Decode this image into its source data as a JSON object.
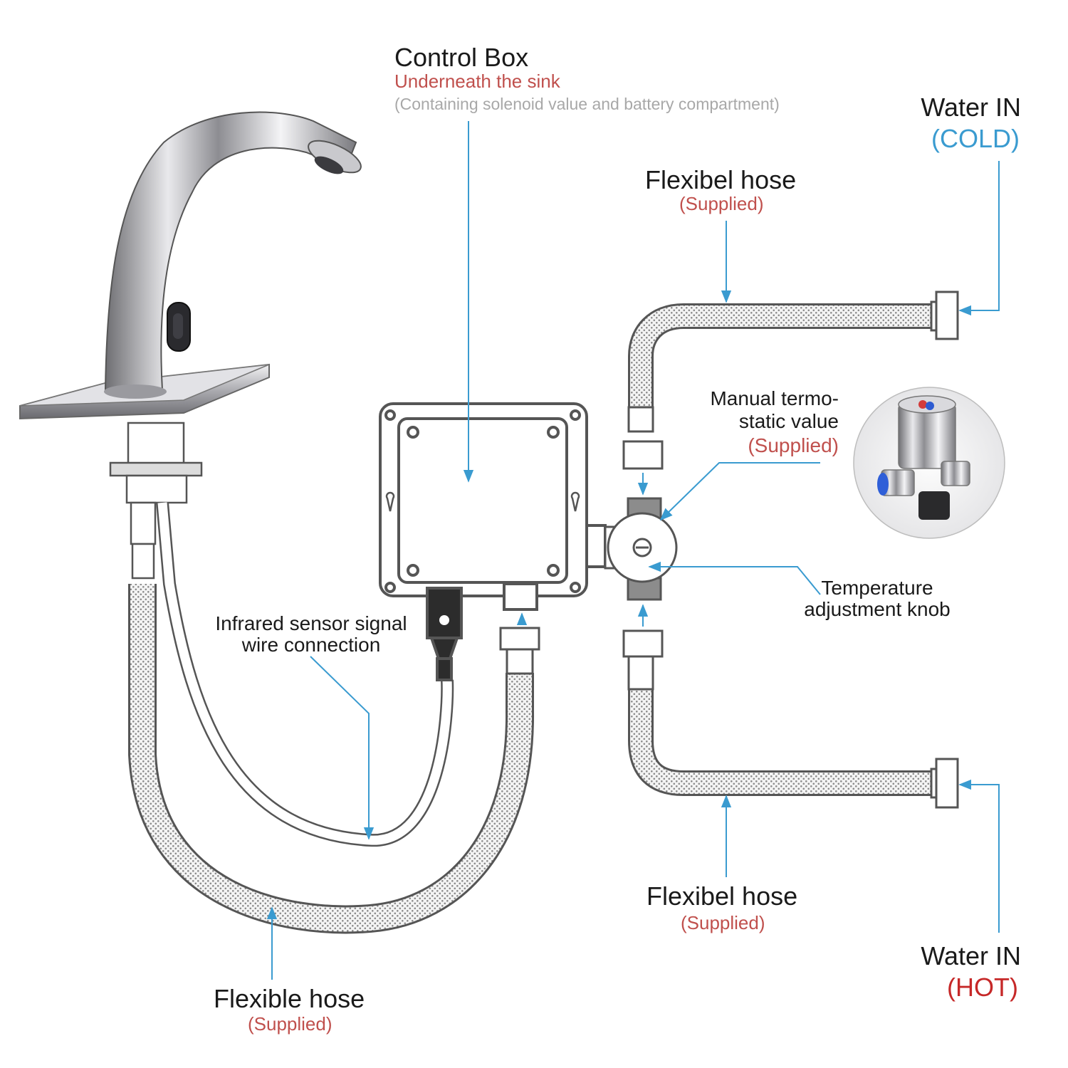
{
  "labels": {
    "control_box": {
      "title": "Control Box",
      "subtitle": "Underneath the sink",
      "note": "(Containing solenoid value and battery compartment)"
    },
    "water_in_cold": {
      "title": "Water IN",
      "sub": "(COLD)"
    },
    "water_in_hot": {
      "title": "Water IN",
      "sub": "(HOT)"
    },
    "hose_top": {
      "title": "Flexibel hose",
      "sub": "(Supplied)"
    },
    "hose_bottom_right": {
      "title": "Flexibel hose",
      "sub": "(Supplied)"
    },
    "hose_left": {
      "title": "Flexible hose",
      "sub": "(Supplied)"
    },
    "thermo_valve": {
      "line1": "Manual termo-",
      "line2": "static value",
      "sub": "(Supplied)"
    },
    "temp_knob": {
      "line1": "Temperature",
      "line2": "adjustment knob"
    },
    "sensor_wire": {
      "line1": "Infrared sensor signal",
      "line2": "wire connection"
    }
  },
  "colors": {
    "text": "#1a1a1a",
    "accent_red": "#c0504d",
    "note_gray": "#a8a8a8",
    "callout_blue": "#3a9bd0",
    "hot_red": "#c62828",
    "outline": "#555555"
  }
}
